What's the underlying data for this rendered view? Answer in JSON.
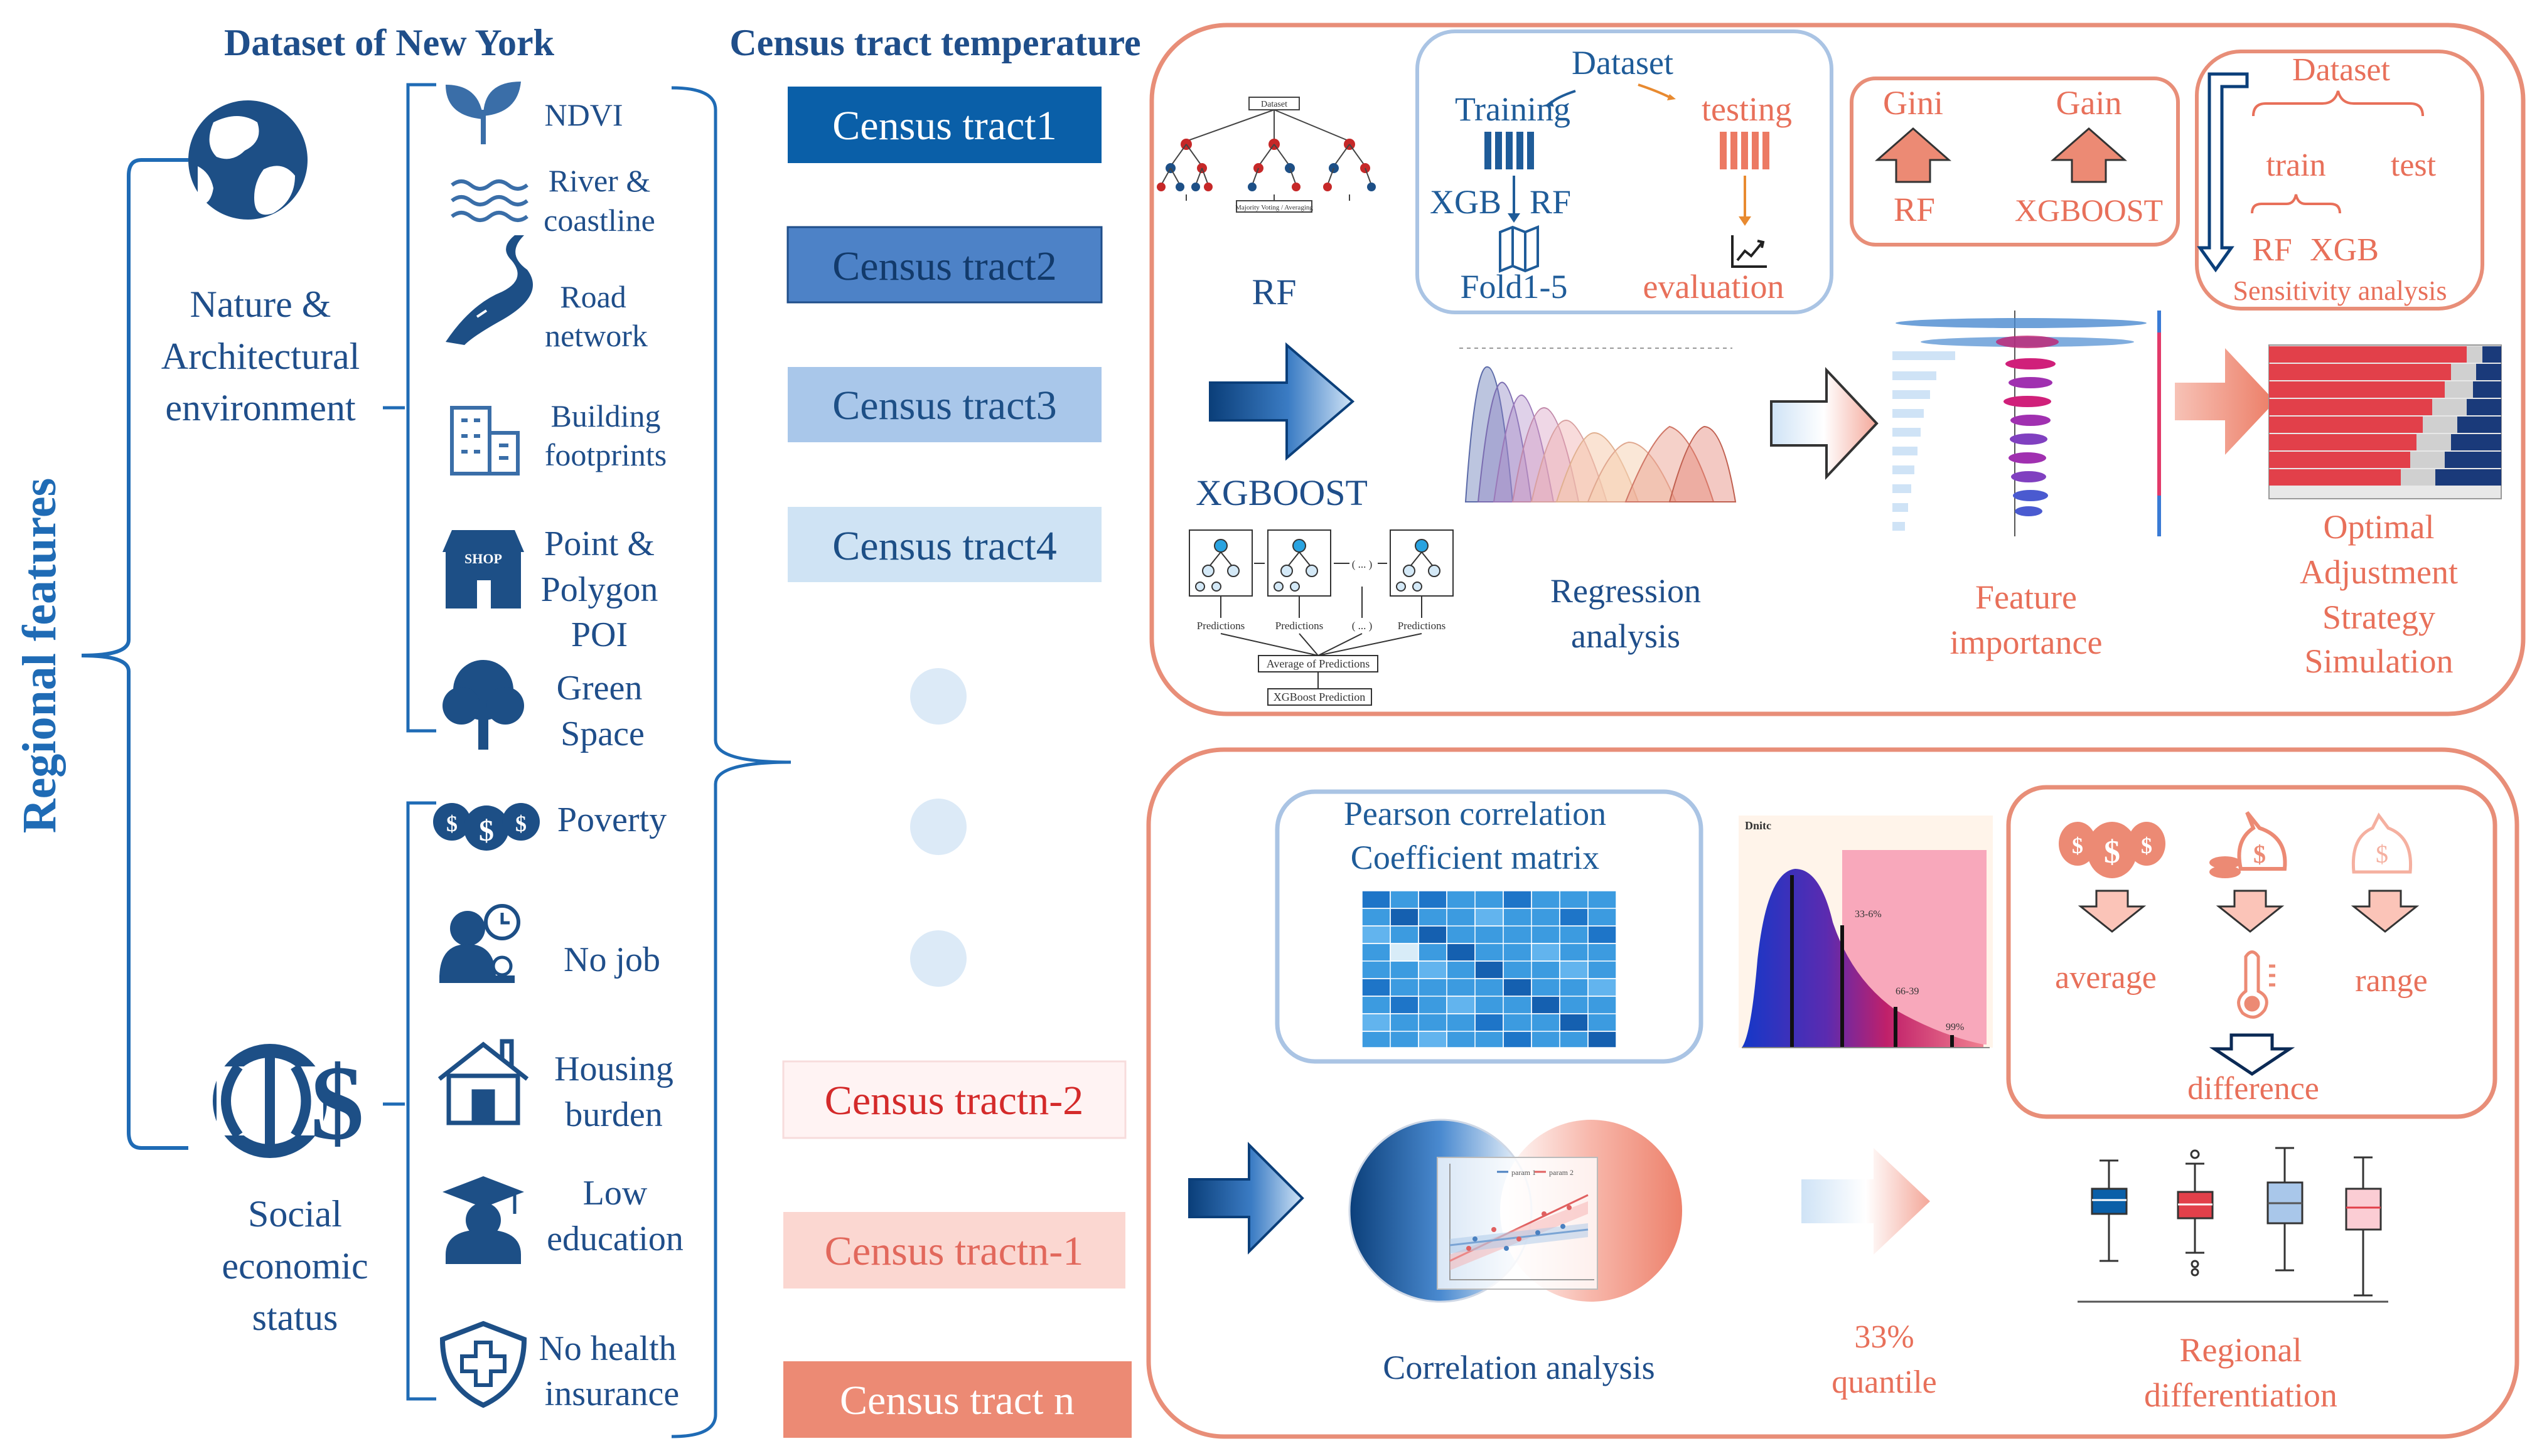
{
  "left_panel": {
    "title": "Dataset of New York",
    "regional_label": "Regional features",
    "nature_group": [
      "Nature &",
      "Architectural",
      "environment"
    ],
    "social_group": [
      "Social",
      "economic",
      "status"
    ],
    "nature_items": [
      {
        "icon": "sprout-icon",
        "lines": [
          "NDVI"
        ]
      },
      {
        "icon": "waves-icon",
        "lines": [
          "River &",
          "coastline"
        ]
      },
      {
        "icon": "road-icon",
        "lines": [
          "Road",
          "network"
        ]
      },
      {
        "icon": "building-icon",
        "lines": [
          "Building",
          "footprints"
        ]
      },
      {
        "icon": "shop-icon",
        "label": "SHOP",
        "lines": [
          "Point &",
          "Polygon",
          "POI"
        ]
      },
      {
        "icon": "tree-icon",
        "lines": [
          "Green",
          "Space"
        ]
      }
    ],
    "social_items": [
      {
        "icon": "money-bags-icon",
        "lines": [
          "Poverty"
        ]
      },
      {
        "icon": "worker-clock-icon",
        "lines": [
          "No job"
        ]
      },
      {
        "icon": "house-icon",
        "lines": [
          "Housing",
          "burden"
        ]
      },
      {
        "icon": "graduate-icon",
        "lines": [
          "Low",
          "education"
        ]
      },
      {
        "icon": "health-shield-icon",
        "lines": [
          "No health",
          "insurance"
        ]
      }
    ]
  },
  "tracts": {
    "title": "Census tract temperature",
    "items": [
      {
        "label": "Census tract1",
        "bg": "#0a5fa8",
        "fg": "#ffffff"
      },
      {
        "label": "Census tract2",
        "bg": "#4d82c7",
        "fg": "#123a6b"
      },
      {
        "label": "Census tract3",
        "bg": "#a9c7ea",
        "fg": "#1d4f86"
      },
      {
        "label": "Census tract4",
        "bg": "#cfe3f4",
        "fg": "#1d4f86"
      },
      {
        "label": "Census tractn-2",
        "bg": "#fff3f3",
        "fg": "#d42a2a"
      },
      {
        "label": "Census tractn-1",
        "bg": "#fbd7d1",
        "fg": "#e2685c"
      },
      {
        "label": "Census tract n",
        "bg": "#ec8a74",
        "fg": "#ffffff"
      }
    ]
  },
  "ml_panel": {
    "rf_label": "RF",
    "xgboost_label": "XGBOOST",
    "rf_tree_top": "Dataset",
    "rf_tree_bottom": "Majority Voting / Averaging",
    "xgb_tree_labels": [
      "Predictions",
      "Predictions",
      "( ... )",
      "Predictions"
    ],
    "xgb_tree_avg": "Average of Predictions",
    "xgb_tree_out": "XGBoost Prediction",
    "cv_box": {
      "dataset": "Dataset",
      "training": "Training",
      "testing": "testing",
      "xgb": "XGB",
      "rf": "RF",
      "fold": "Fold1-5",
      "evaluation": "evaluation"
    },
    "gini_box": {
      "gini": "Gini",
      "gain": "Gain",
      "rf": "RF",
      "xgboost": "XGBOOST"
    },
    "sens_box": {
      "dataset": "Dataset",
      "train": "train",
      "test": "test",
      "rf": "RF",
      "xgb": "XGB",
      "caption": "Sensitivity analysis"
    },
    "regression_caption": [
      "Regression",
      "analysis"
    ],
    "feature_caption": [
      "Feature",
      "importance"
    ],
    "optimal_caption": [
      "Optimal",
      "Adjustment",
      "Strategy",
      "Simulation"
    ]
  },
  "corr_panel": {
    "pearson_title": [
      "Pearson correlation",
      "Coefficient matrix"
    ],
    "corr_caption": "Correlation analysis",
    "quantile_caption": [
      "33%",
      "quantile"
    ],
    "regional_caption": [
      "Regional",
      "differentiation"
    ],
    "stats": {
      "average": "average",
      "range": "range",
      "difference": "difference"
    },
    "density_chart": {
      "title": "Dnitc",
      "marks": [
        "33-6%",
        "66-39",
        "99%"
      ]
    },
    "lines_legend": [
      "param 1",
      "param 2"
    ]
  },
  "colors": {
    "blue_dark": "#0a4d8c",
    "blue_text": "#1f5c99",
    "salmon": "#e8836f",
    "salmon_text": "#e0705a",
    "panel_border": "#e88e78",
    "light_blue_border": "#aac4e4"
  }
}
